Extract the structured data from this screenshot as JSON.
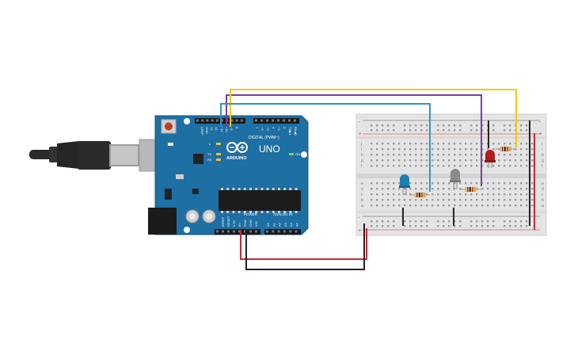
{
  "board": {
    "digital_label": "DIGITAL (PWM~)",
    "uno_label": "UNO",
    "brand_label": "ARDUINO",
    "on_label": "ON",
    "tx_label": "TX",
    "rx_label": "RX",
    "l_label": "L",
    "power_label": "POWER",
    "analog_label": "ANALOG IN",
    "digital_pins": [
      "AREF",
      "GND",
      "13",
      "12",
      "~11",
      "~10",
      "~9",
      "8",
      "7",
      "~6",
      "~5",
      "4",
      "~3",
      "2",
      "TX▶1",
      "RX◀0"
    ],
    "power_pins": [
      "IOREF",
      "RESET",
      "3.3V",
      "5V",
      "GND",
      "GND",
      "VIN"
    ],
    "analog_pins": [
      "A0",
      "A1",
      "A2",
      "A3",
      "A4",
      "A5"
    ]
  },
  "breadboard": {
    "row_letters_top": [
      "j",
      "i",
      "h",
      "g",
      "f"
    ],
    "row_letters_bottom": [
      "e",
      "d",
      "c",
      "b",
      "a"
    ],
    "rail_plus": "+",
    "rail_minus": "-"
  },
  "colors": {
    "board": "#1e6fa3",
    "wire_yellow": "#f2c811",
    "wire_purple": "#7d3aa5",
    "wire_blue": "#2e95c7",
    "wire_red": "#d3252b",
    "wire_black": "#222222",
    "led_red": "#b01d1d",
    "led_blue": "#1f7fae",
    "led_gray": "#8a8a8a"
  }
}
